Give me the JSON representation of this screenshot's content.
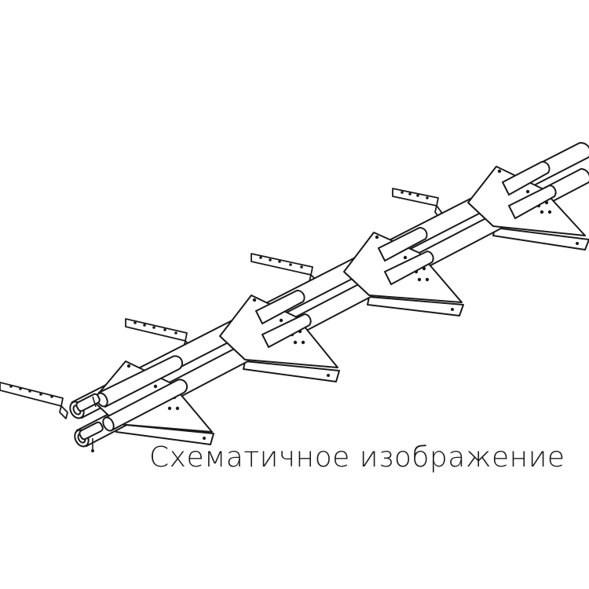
{
  "caption": "Схематичное изображение",
  "figure": {
    "subject": "snow-guard-tube-assembly",
    "bracket_count": 4,
    "tube_count": 2,
    "mounting_strip_count": 4
  }
}
